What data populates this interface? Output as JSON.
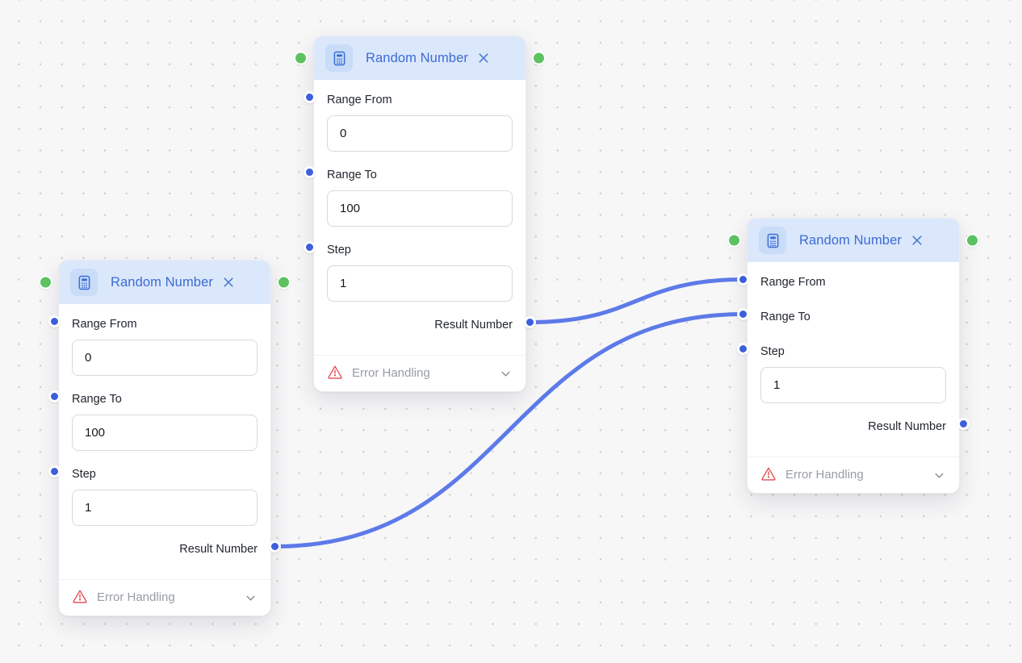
{
  "colors": {
    "canvas_bg": "#f7f7f8",
    "header_bg": "#dbe7fb",
    "chip_bg": "#c9dcf8",
    "title_color": "#3b6cd4",
    "edge_color": "#5d7ae8",
    "port_color": "#3c5fdc",
    "anchor_color": "#5cc261",
    "error_color": "#e5484d",
    "muted_color": "#979ca6"
  },
  "nodes": [
    {
      "title": "Random Number",
      "icon": "calculator-icon",
      "params": [
        {
          "label": "Range From",
          "value": "0"
        },
        {
          "label": "Range To",
          "value": "100"
        },
        {
          "label": "Step",
          "value": "1"
        }
      ],
      "output_label": "Result Number",
      "error_handling_label": "Error Handling"
    },
    {
      "title": "Random Number",
      "icon": "calculator-icon",
      "params": [
        {
          "label": "Range From",
          "value": "0"
        },
        {
          "label": "Range To",
          "value": "100"
        },
        {
          "label": "Step",
          "value": "1"
        }
      ],
      "output_label": "Result Number",
      "error_handling_label": "Error Handling"
    },
    {
      "title": "Random Number",
      "icon": "calculator-icon",
      "params": [
        {
          "label": "Range From",
          "connected": true
        },
        {
          "label": "Range To",
          "connected": true
        },
        {
          "label": "Step",
          "value": "1"
        }
      ],
      "output_label": "Result Number",
      "error_handling_label": "Error Handling"
    }
  ],
  "edges": [
    {
      "from": "n1-out",
      "to": "n3-in-0"
    },
    {
      "from": "n2-out",
      "to": "n3-in-1"
    }
  ]
}
